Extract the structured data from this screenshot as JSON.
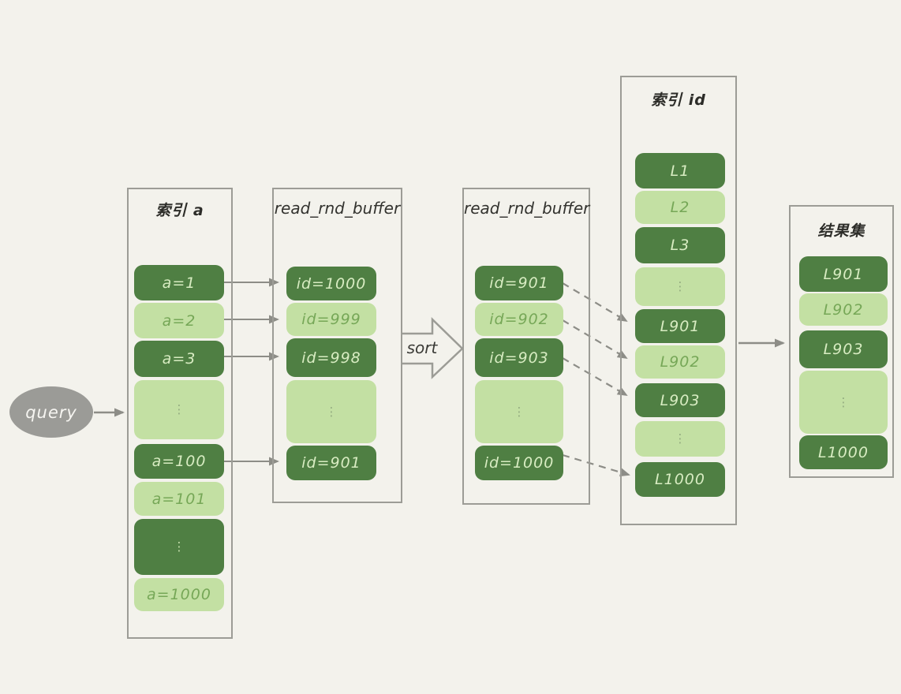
{
  "diagram": {
    "query": {
      "label": "query"
    },
    "sort": {
      "label": "sort"
    },
    "columns": {
      "index_a": {
        "title": "索引 a",
        "cells": [
          "a=1",
          "a=2",
          "a=3",
          "⋮",
          "a=100",
          "a=101",
          "⋮",
          "a=1000"
        ]
      },
      "buffer_unsorted": {
        "title": "read_rnd_buffer",
        "cells": [
          "id=1000",
          "id=999",
          "id=998",
          "⋮",
          "id=901"
        ]
      },
      "buffer_sorted": {
        "title": "read_rnd_buffer",
        "cells": [
          "id=901",
          "id=902",
          "id=903",
          "⋮",
          "id=1000"
        ]
      },
      "index_id": {
        "title": "索引 id",
        "cells": [
          "L1",
          "L2",
          "L3",
          "⋮",
          "L901",
          "L902",
          "L903",
          "⋮",
          "L1000"
        ]
      },
      "result_set": {
        "title": "结果集",
        "cells": [
          "L901",
          "L902",
          "L903",
          "⋮",
          "L1000"
        ]
      }
    },
    "colors": {
      "background": "#f3f2ec",
      "cell_dark_green": "#4f7f43",
      "cell_light_green": "#c3e0a3",
      "text_on_dark": "#d8ecc2",
      "text_on_light": "#76a757",
      "box_border_grey": "#9c9c96",
      "arrow_grey": "#8d8d87",
      "query_fill": "#9b9b97",
      "heading_text": "#2c2c28"
    }
  }
}
